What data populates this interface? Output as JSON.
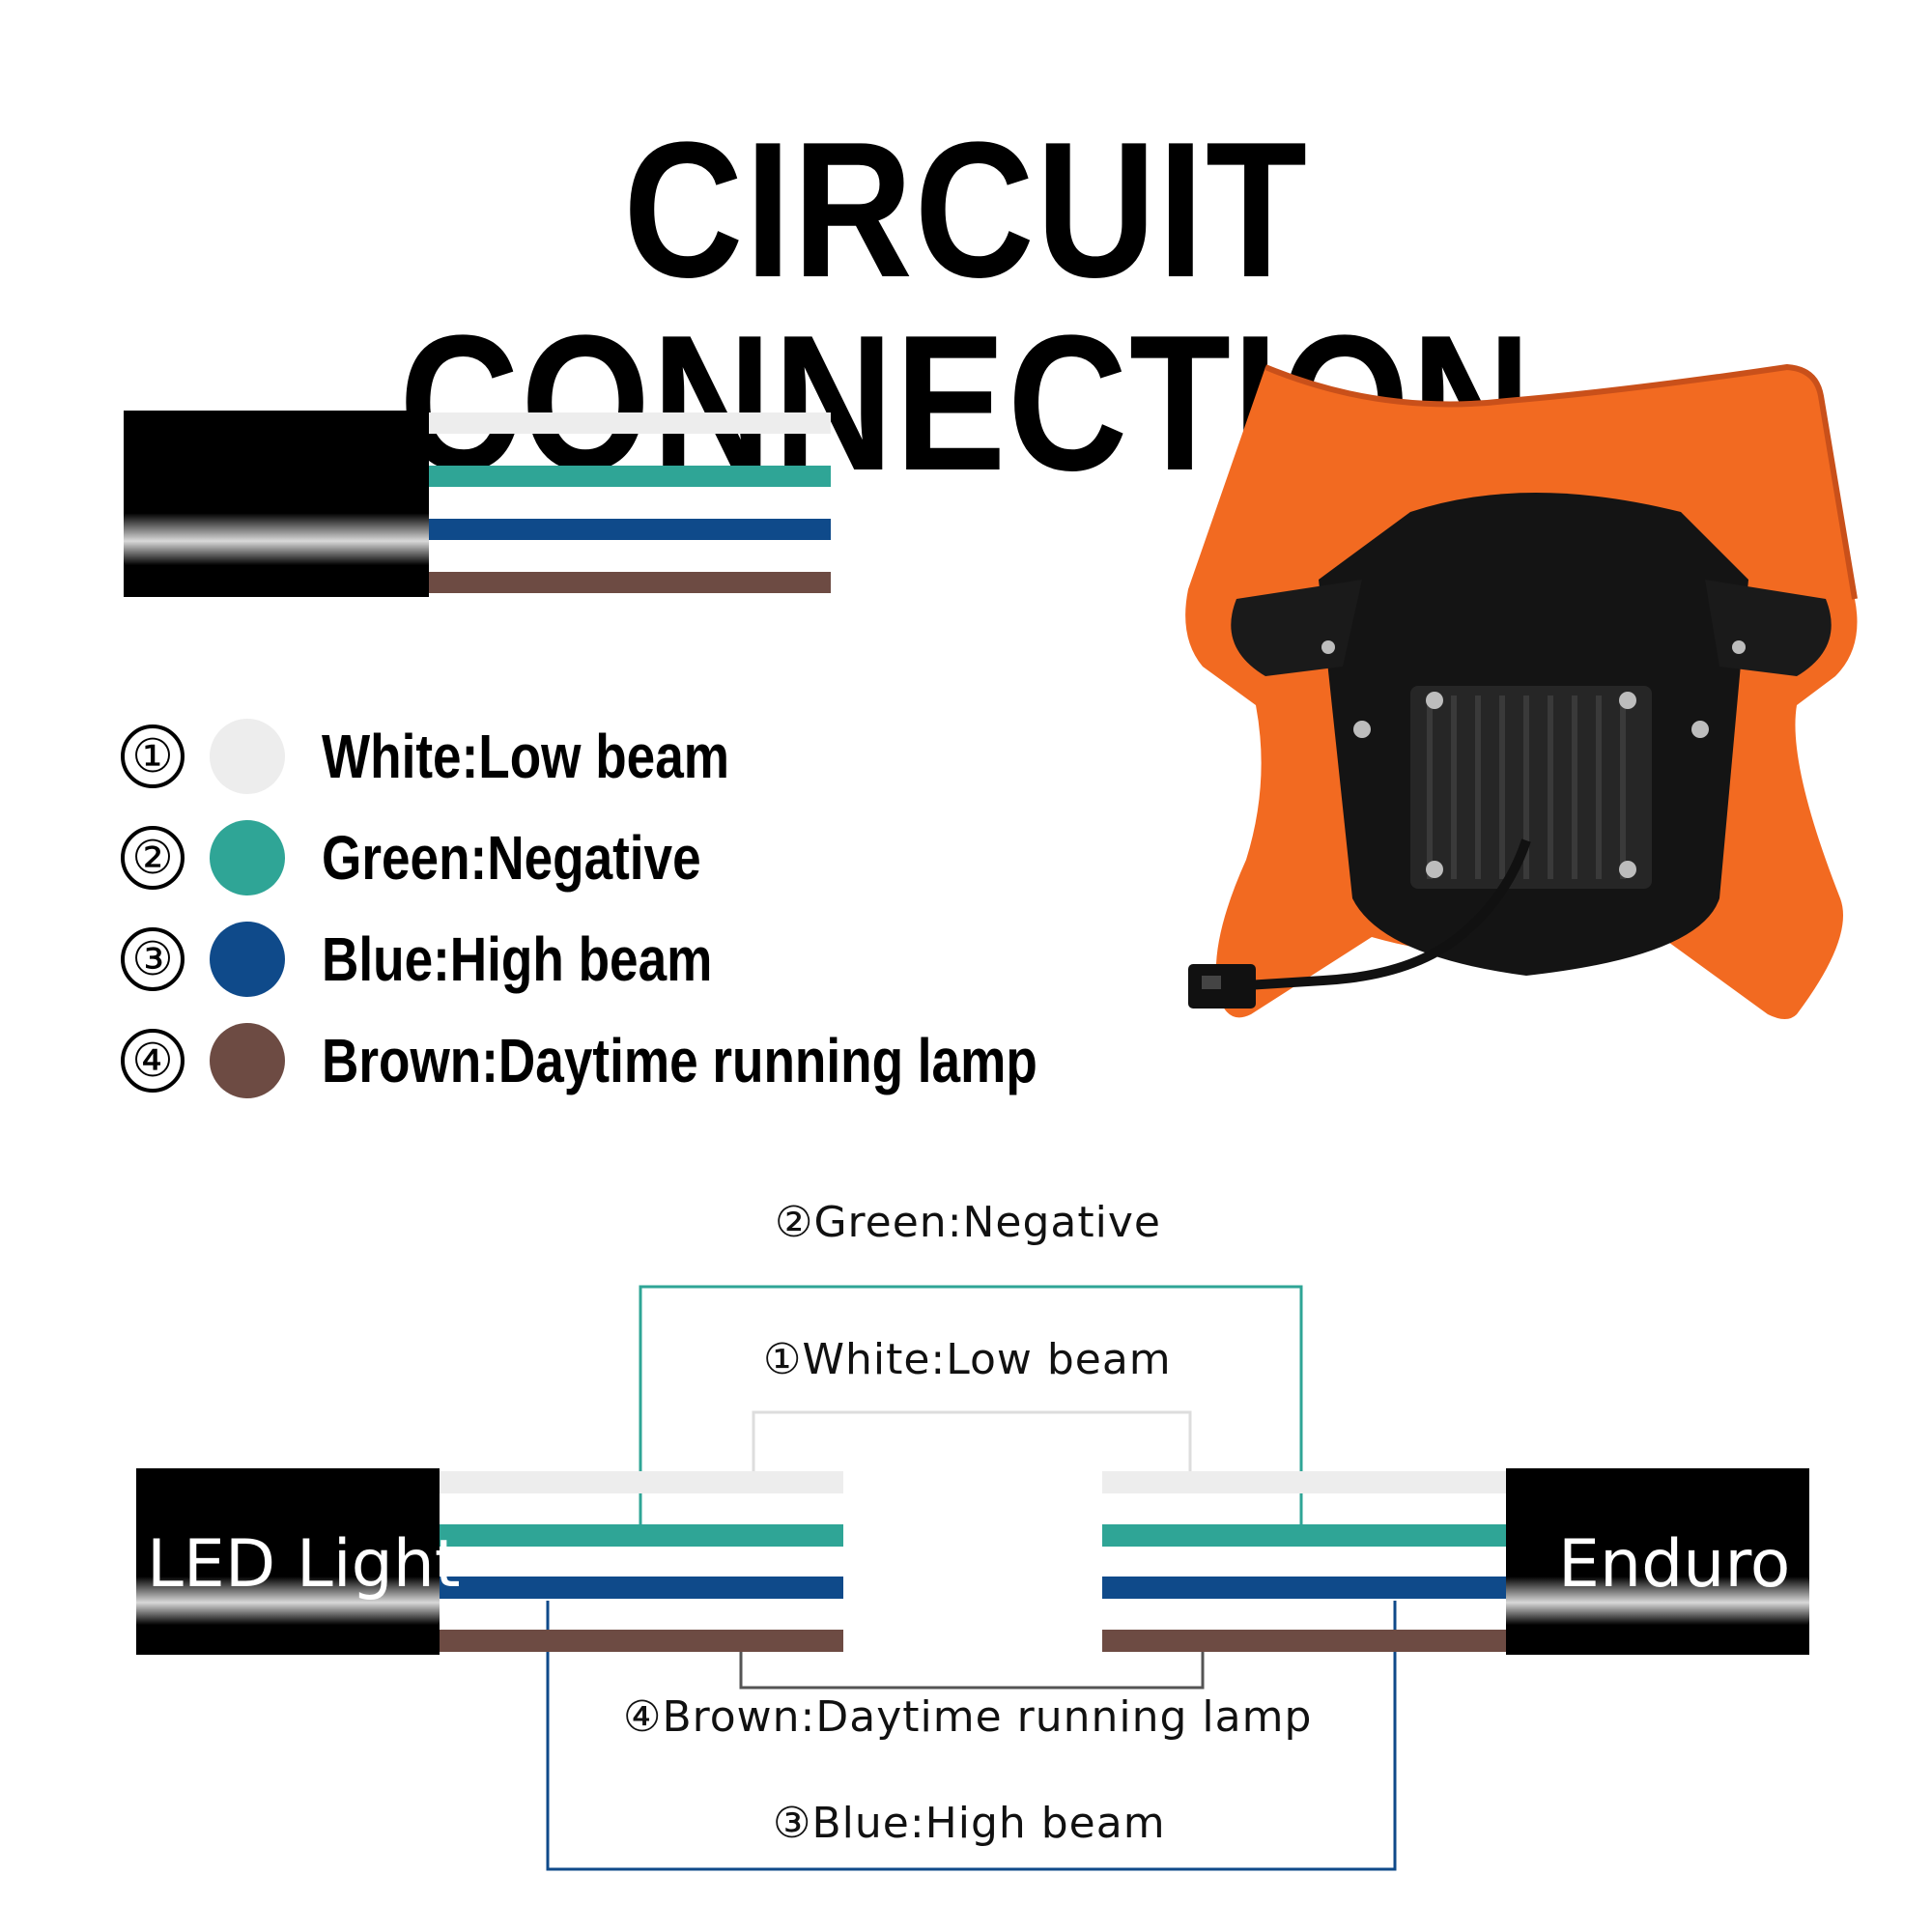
{
  "title": "CIRCUIT CONNECTION",
  "colors": {
    "white_wire": "#ededed",
    "green_wire": "#2fa596",
    "blue_wire": "#0f4a8a",
    "brown_wire": "#6d4b43",
    "headlight_orange": "#f26a21"
  },
  "legend": [
    {
      "number": "①",
      "color": "#ededed",
      "label": "White:Low beam"
    },
    {
      "number": "②",
      "color": "#2fa596",
      "label": "Green:Negative"
    },
    {
      "number": "③",
      "color": "#0f4a8a",
      "label": "Blue:High beam"
    },
    {
      "number": "④",
      "color": "#6d4b43",
      "label": "Brown:Daytime running lamp"
    }
  ],
  "diagram": {
    "left_end": "LED Light",
    "right_end": "Enduro",
    "labels": {
      "green": "②Green:Negative",
      "white": "①White:Low beam",
      "brown": "④Brown:Daytime running lamp",
      "blue": "③Blue:High beam"
    }
  },
  "product_image": {
    "icon": "orange-enduro-headlight-rear-view"
  }
}
